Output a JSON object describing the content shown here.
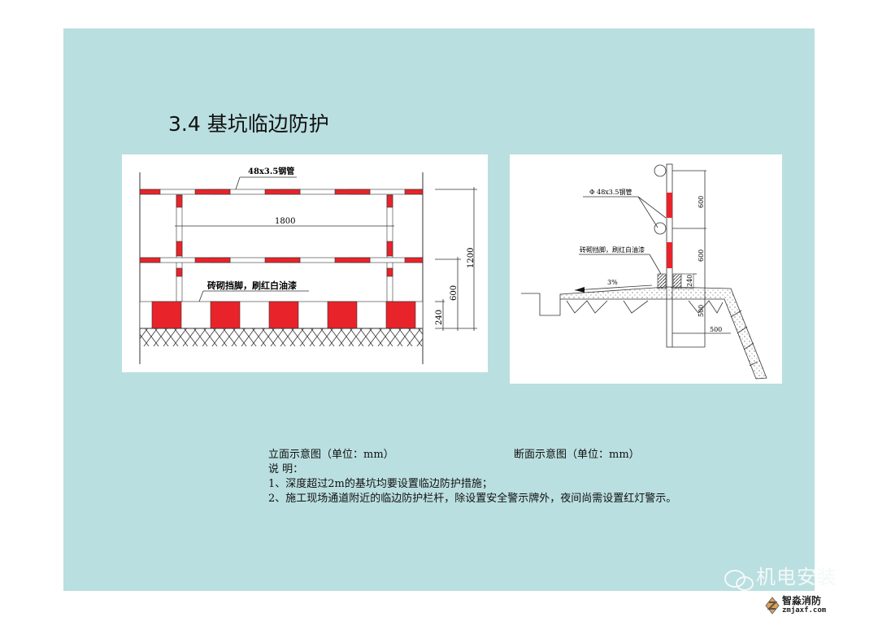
{
  "title": "3.4 基坑临边防护",
  "elevation": {
    "pipe_label": "48x3.5钢管",
    "span": "1800",
    "kick_label": "砖砌挡脚，刷红白油漆",
    "dims": [
      "1200",
      "600",
      "240"
    ]
  },
  "section": {
    "pipe_label": "Φ 48x3.5钢管",
    "kick_label": "砖砌挡脚，刷红白油漆",
    "slope": "3%",
    "dims": [
      "600",
      "600",
      "240",
      "500",
      "500"
    ]
  },
  "captions": {
    "left": "立面示意图（单位：mm）",
    "right": "断面示意图（单位：mm）"
  },
  "notes": {
    "heading": "说  明：",
    "items": [
      "1、深度超过2m的基坑均要设置临边防护措施；",
      "2、施工现场通道附近的临边防护栏杆，除设置安全警示牌外，夜间尚需设置红灯警示。"
    ]
  },
  "watermark": {
    "brand": "机电安装",
    "site_name": "智淼消防",
    "site_url": "zmjaxf.com"
  },
  "colors": {
    "background": "#badfe0",
    "red": "#e8232a"
  }
}
